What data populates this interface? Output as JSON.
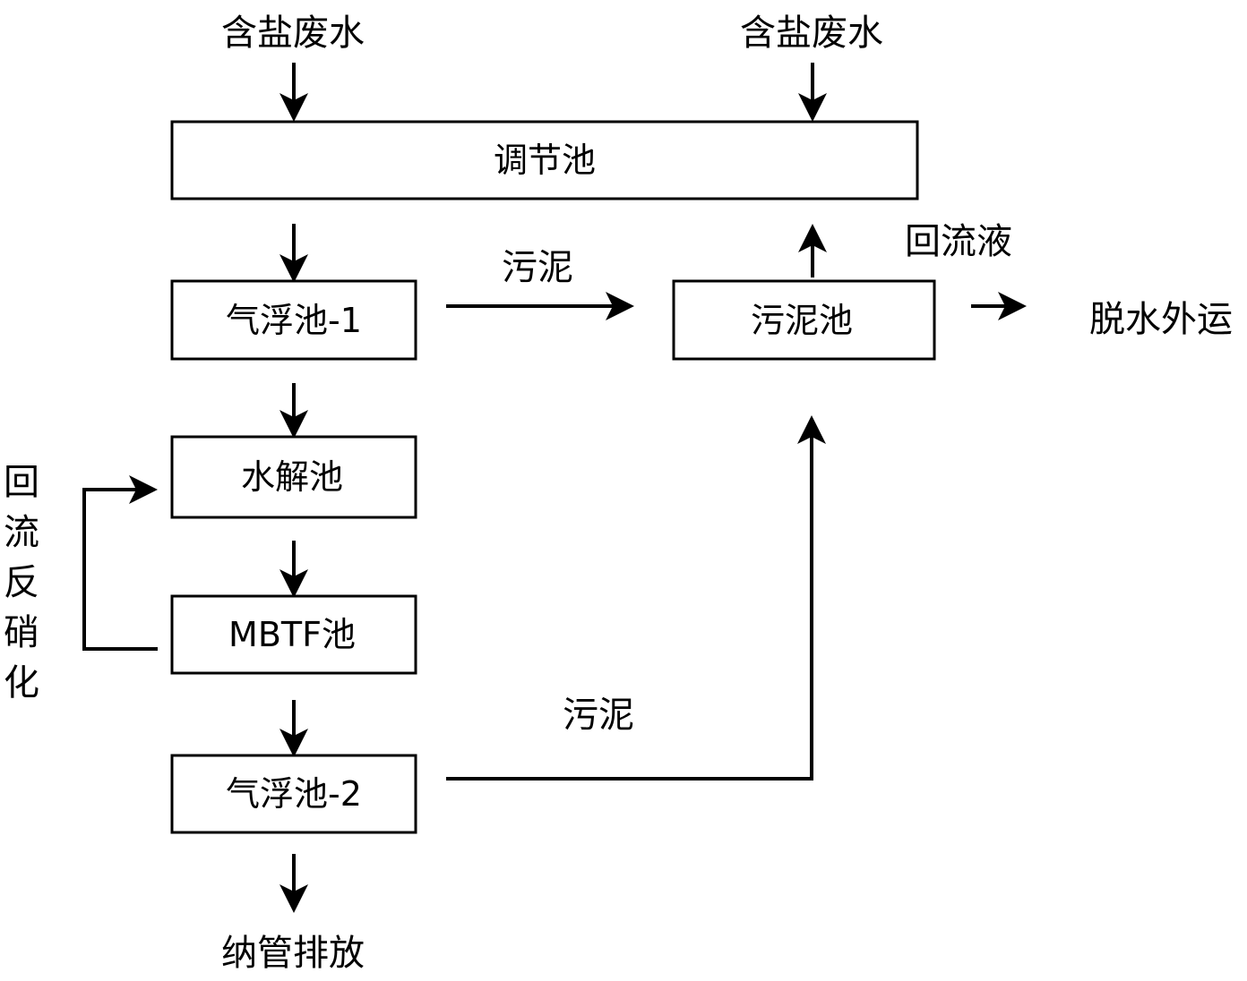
{
  "inputs": {
    "left": "含盐废水",
    "right": "含盐废水"
  },
  "boxes": {
    "regulating": "调节池",
    "flotation1": "气浮池-1",
    "hydrolysis": "水解池",
    "mbtf": "MBTF池",
    "flotation2": "气浮池-2",
    "sludge_tank": "污泥池"
  },
  "labels": {
    "sludge_top": "污泥",
    "sludge_bottom": "污泥",
    "return_liquid": "回流液",
    "dewater": "脱水外运",
    "discharge": "纳管排放",
    "denitrification": [
      "回",
      "流",
      "反",
      "硝",
      "化"
    ]
  }
}
